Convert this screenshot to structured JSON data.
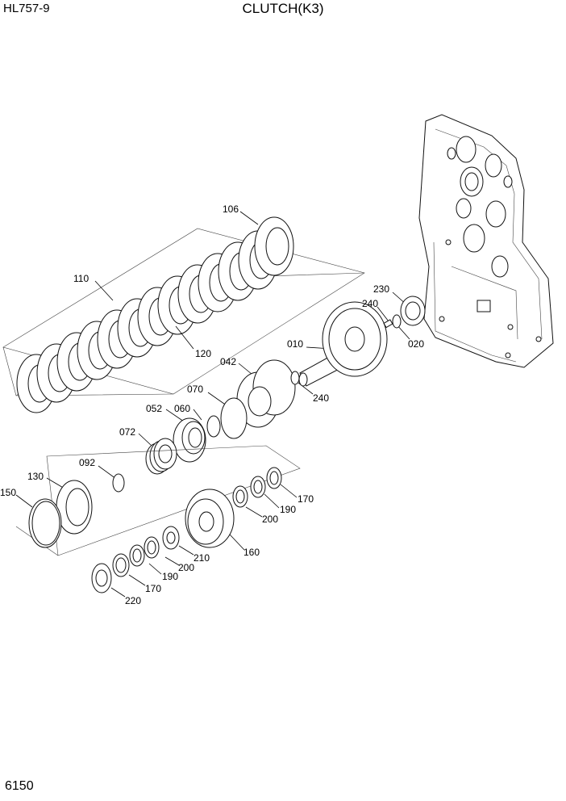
{
  "header": {
    "model": "HL757-9",
    "title": "CLUTCH(K3)"
  },
  "footer": {
    "page_number": "6150"
  },
  "callouts": {
    "c106": "106",
    "c110": "110",
    "c120": "120",
    "c230": "230",
    "c240a": "240",
    "c020": "020",
    "c010": "010",
    "c042": "042",
    "c240b": "240",
    "c070": "070",
    "c052": "052",
    "c060": "060",
    "c072": "072",
    "c092": "092",
    "c130": "130",
    "c150": "150",
    "c170a": "170",
    "c190a": "190",
    "c200a": "200",
    "c160": "160",
    "c210": "210",
    "c200b": "200",
    "c190b": "190",
    "c170b": "170",
    "c220": "220"
  }
}
